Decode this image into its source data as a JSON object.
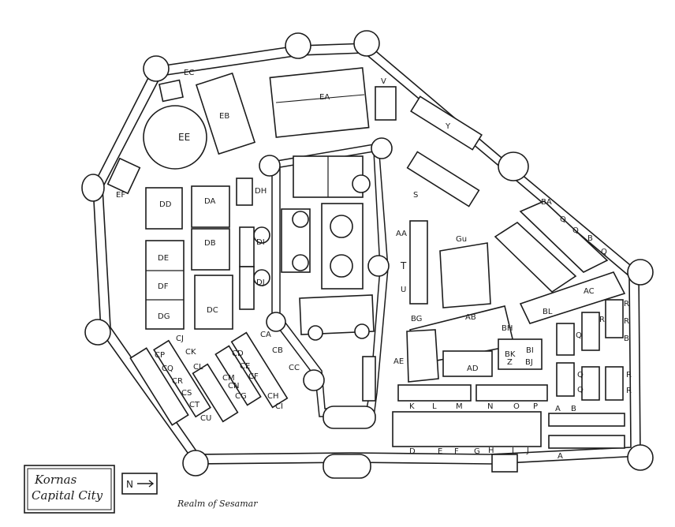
{
  "map": {
    "title_line1": "Kornas",
    "title_line2": "Capital City",
    "compass": "N",
    "realm": "Realm of Sesamar"
  },
  "labels": {
    "EC": "EC",
    "EB": "EB",
    "EA": "EA",
    "V": "V",
    "Y": "Y",
    "S": "S",
    "EE": "EE",
    "EF": "EF",
    "DD": "DD",
    "DA": "DA",
    "DH": "DH",
    "DB": "DB",
    "DI": "DI",
    "DE": "DE",
    "DF": "DF",
    "DG": "DG",
    "DC": "DC",
    "DJ": "DJ",
    "AA": "AA",
    "T": "T",
    "U": "U",
    "Gu": "Gu",
    "BA": "BA",
    "Q": "Q",
    "B": "B",
    "BL": "BL",
    "AC": "AC",
    "R": "R",
    "AB": "AB",
    "BG": "BG",
    "BH": "BH",
    "BI": "BI",
    "BK": "BK",
    "BJ": "BJ",
    "Z": "Z",
    "AE": "AE",
    "AD": "AD",
    "CJ": "CJ",
    "CK": "CK",
    "CL": "CL",
    "CP": "CP",
    "CQ": "CQ",
    "CR": "CR",
    "CS": "CS",
    "CT": "CT",
    "CU": "CU",
    "CM": "CM",
    "CN": "CN",
    "CD": "CD",
    "CE": "CE",
    "CF": "CF",
    "CG": "CG",
    "CH": "CH",
    "CI": "CI",
    "CA": "CA",
    "CB": "CB",
    "CC": "CC",
    "K": "K",
    "L": "L",
    "M": "M",
    "N": "N",
    "O": "O",
    "P": "P",
    "A": "A",
    "D": "D",
    "E": "E",
    "F": "F",
    "G": "G",
    "H": "H",
    "I": "I",
    "J": "J"
  }
}
